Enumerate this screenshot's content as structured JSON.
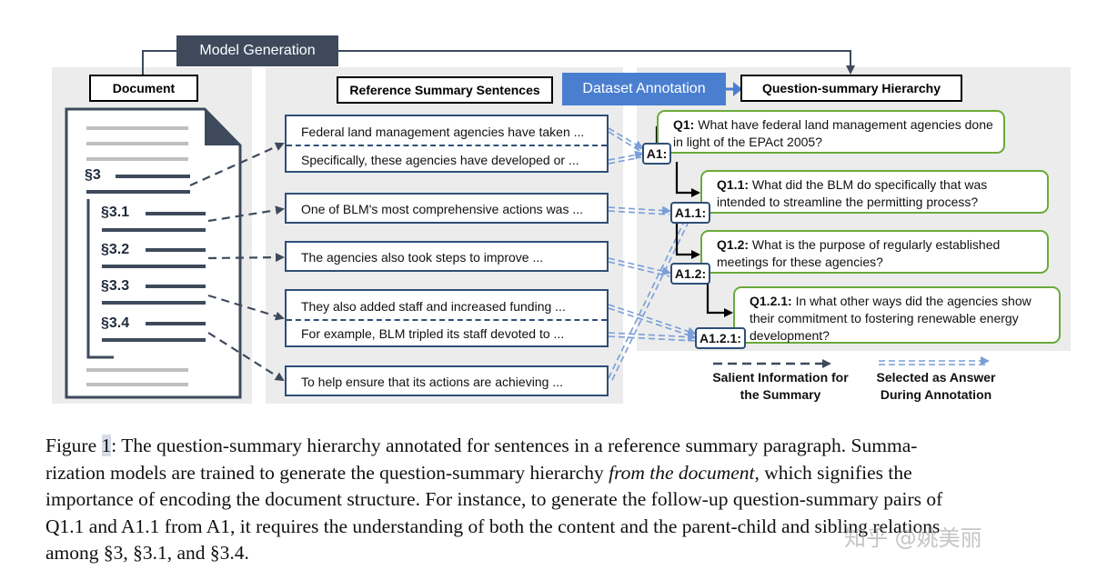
{
  "figure": {
    "model_generation_label": "Model Generation",
    "document_header": "Document",
    "reference_header": "Reference Summary Sentences",
    "annotation_label": "Dataset Annotation",
    "hierarchy_header": "Question-summary Hierarchy",
    "sections": [
      "§3",
      "§3.1",
      "§3.2",
      "§3.3",
      "§3.4"
    ],
    "sentences": [
      "Federal land management agencies have taken ...",
      "Specifically, these agencies have developed or ...",
      "One of BLM's most comprehensive actions was ...",
      "The agencies also took steps to improve ...",
      "They also added staff and increased funding ...",
      "For example, BLM tripled its staff devoted to ...",
      "To help ensure that its actions are achieving ..."
    ],
    "questions": [
      {
        "id": "Q1:",
        "text": " What have federal land management agencies done in light of the EPAct 2005?"
      },
      {
        "id": "Q1.1:",
        "text": " What did the BLM do specifically that was intended to streamline the permitting process?"
      },
      {
        "id": "Q1.2:",
        "text": " What is the purpose of regularly established meetings for these agencies?"
      },
      {
        "id": "Q1.2.1:",
        "text": " In what other ways did the agencies show their commitment to fostering renewable energy development?"
      }
    ],
    "answers": [
      "A1:",
      "A1.1:",
      "A1.2:",
      "A1.2.1:"
    ],
    "legend": {
      "salient": "Salient Information for the Summary",
      "selected": "Selected as Answer During Annotation"
    }
  },
  "caption": {
    "figure_label": "Figure ",
    "figure_number": "1",
    "line1_rest": ": The question-summary hierarchy annotated for sentences in a reference summary paragraph. Summa-",
    "line2_a": "rization models are trained to generate the question-summary hierarchy ",
    "line2_italic": "from the document",
    "line2_b": ", which signifies the",
    "line3": "importance of encoding the document structure. For instance, to generate the follow-up question-summary pairs of",
    "line4": "Q1.1 and A1.1 from A1, it requires the understanding of both the content and the parent-child and sibling relations",
    "line5": "among §3, §3.1, and §3.4."
  },
  "watermark": "知乎 @姚美丽",
  "colors": {
    "banner": "#3e4a5c",
    "annotation": "#4a7fd0",
    "sentence_border": "#2f4f77",
    "question_border": "#6aaa3a",
    "panel": "#ececec"
  }
}
